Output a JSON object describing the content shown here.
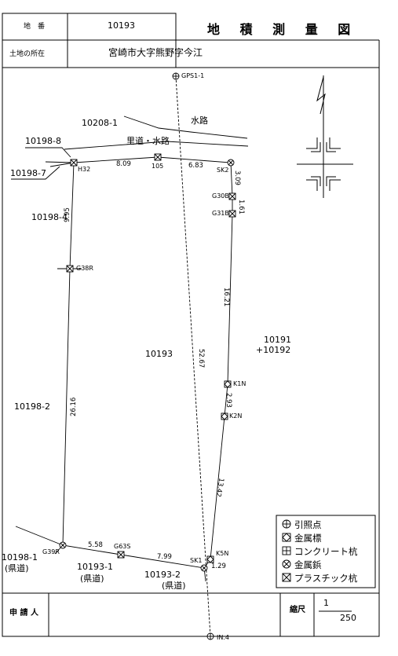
{
  "header": {
    "lot_no_label": "地　番",
    "lot_no_value": "10193",
    "location_label": "土地の所在",
    "location_value": "宮崎市大字熊野字今江",
    "title": "地 積 測 量 図"
  },
  "parcels": {
    "p10208_1": "10208-1",
    "waterway": "水路",
    "p10198_8": "10198-8",
    "road_waterway": "里道・水路",
    "p10198_7": "10198-7",
    "p10198_4": "10198-4",
    "p10193": "10193",
    "p10191": "10191",
    "p10192": "+10192",
    "p10198_2": "10198-2",
    "p10198_1": "10198-1",
    "p10198_1_road": "(県道)",
    "p10193_1": "10193-1",
    "p10193_1_road": "(県道)",
    "p10193_2": "10193-2",
    "p10193_2_road": "(県道)"
  },
  "points": {
    "gps": "GPS1-1",
    "h32": "H32",
    "p105": "105",
    "sk2": "SK2",
    "g30b": "G30B",
    "g31b": "G31B",
    "g38r": "G38R",
    "k1n": "K1N",
    "k2n": "K2N",
    "k5n": "K5N",
    "sk1": "SK1",
    "g63s": "G63S",
    "g39r": "G39R",
    "in4": "IN.4"
  },
  "distances": {
    "d809": "8.09",
    "d683": "6.83",
    "d309": "3.09",
    "d161": "1.61",
    "d995": "9.95",
    "d1621": "16.21",
    "d2616": "26.16",
    "d5267": "52.67",
    "d293": "2.93",
    "d1342": "13.42",
    "d558": "5.58",
    "d799": "7.99",
    "d129": "1.29"
  },
  "legend": [
    {
      "icon": "reference-point-icon",
      "label": "引照点"
    },
    {
      "icon": "metal-plate-icon",
      "label": "金属標"
    },
    {
      "icon": "concrete-post-icon",
      "label": "コンクリート杭"
    },
    {
      "icon": "metal-pin-icon",
      "label": "金属鋲"
    },
    {
      "icon": "plastic-post-icon",
      "label": "プラスチック杭"
    }
  ],
  "footer": {
    "applicant_label": "申 請 人",
    "applicant_value": "",
    "scale_label": "縮尺",
    "scale_numerator": "1",
    "scale_denominator": "250"
  }
}
